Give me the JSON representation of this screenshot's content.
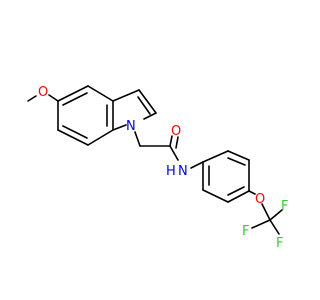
{
  "molecule": {
    "atom_labels": {
      "methoxy_o": "O",
      "indole_n": "N",
      "carbonyl_o": "O",
      "amide_n": "N",
      "amide_h": "H",
      "ether_o": "O",
      "f_top": "F",
      "f_left": "F",
      "f_right": "F"
    },
    "colors": {
      "bond": "#000000",
      "oxygen": "#ff0000",
      "nitrogen": "#0000ff",
      "fluorine": "#33cc33"
    }
  }
}
